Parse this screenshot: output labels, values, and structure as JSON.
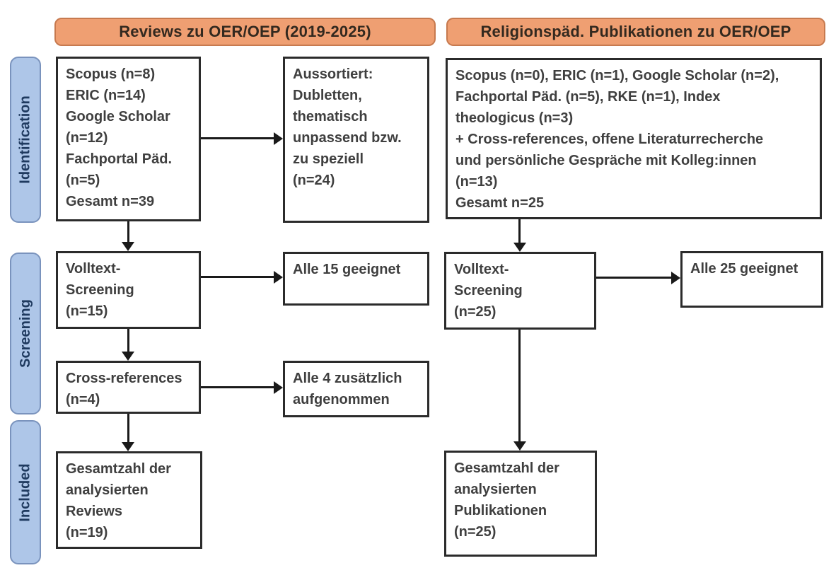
{
  "colors": {
    "header_fill": "#ef9f72",
    "header_border": "#c77a4f",
    "header_text": "#33291f",
    "stage_fill": "#aec6e8",
    "stage_border": "#7a93bd",
    "stage_text": "#1f3a5f",
    "box_border": "#2b2b2b",
    "box_text": "#3f3f3f",
    "arrow": "#1a1a1a"
  },
  "stage_labels": [
    {
      "label": "Identification"
    },
    {
      "label": "Screening"
    },
    {
      "label": "Included"
    }
  ],
  "left_column": {
    "header": "Reviews zu OER/OEP (2019-2025)",
    "sources": {
      "lines": [
        "Scopus (n=8)",
        "ERIC (n=14)",
        "Google Scholar",
        "(n=12)",
        "Fachportal Päd.",
        "(n=5)",
        "Gesamt n=39"
      ]
    },
    "excluded": {
      "lines": [
        "Aussortiert:",
        "Dubletten,",
        "thematisch",
        "unpassend bzw.",
        "zu speziell",
        "(n=24)"
      ]
    },
    "fulltext_screening": {
      "lines": [
        "Volltext-",
        "Screening",
        "(n=15)"
      ]
    },
    "all_eligible": {
      "lines": [
        "Alle 15 geeignet"
      ]
    },
    "cross_references": {
      "lines": [
        "Cross-references",
        "(n=4)"
      ]
    },
    "additionally_included": {
      "lines": [
        "Alle 4 zusätzlich",
        "aufgenommen"
      ]
    },
    "total_included": {
      "lines": [
        "Gesamtzahl der",
        "analysierten",
        "Reviews",
        "(n=19)"
      ]
    }
  },
  "right_column": {
    "header": "Religionspäd. Publikationen zu OER/OEP",
    "sources": {
      "lines": [
        "Scopus (n=0), ERIC (n=1), Google Scholar (n=2),",
        "Fachportal Päd. (n=5), RKE (n=1), Index",
        "theologicus (n=3)",
        "+ Cross-references, offene Literaturrecherche",
        "und persönliche Gespräche mit Kolleg:innen",
        "(n=13)",
        "Gesamt n=25"
      ]
    },
    "fulltext_screening": {
      "lines": [
        "Volltext-",
        "Screening",
        "(n=25)"
      ]
    },
    "all_eligible": {
      "lines": [
        "Alle 25 geeignet"
      ]
    },
    "total_included": {
      "lines": [
        "Gesamtzahl der",
        "analysierten",
        "Publikationen",
        "(n=25)"
      ]
    }
  }
}
